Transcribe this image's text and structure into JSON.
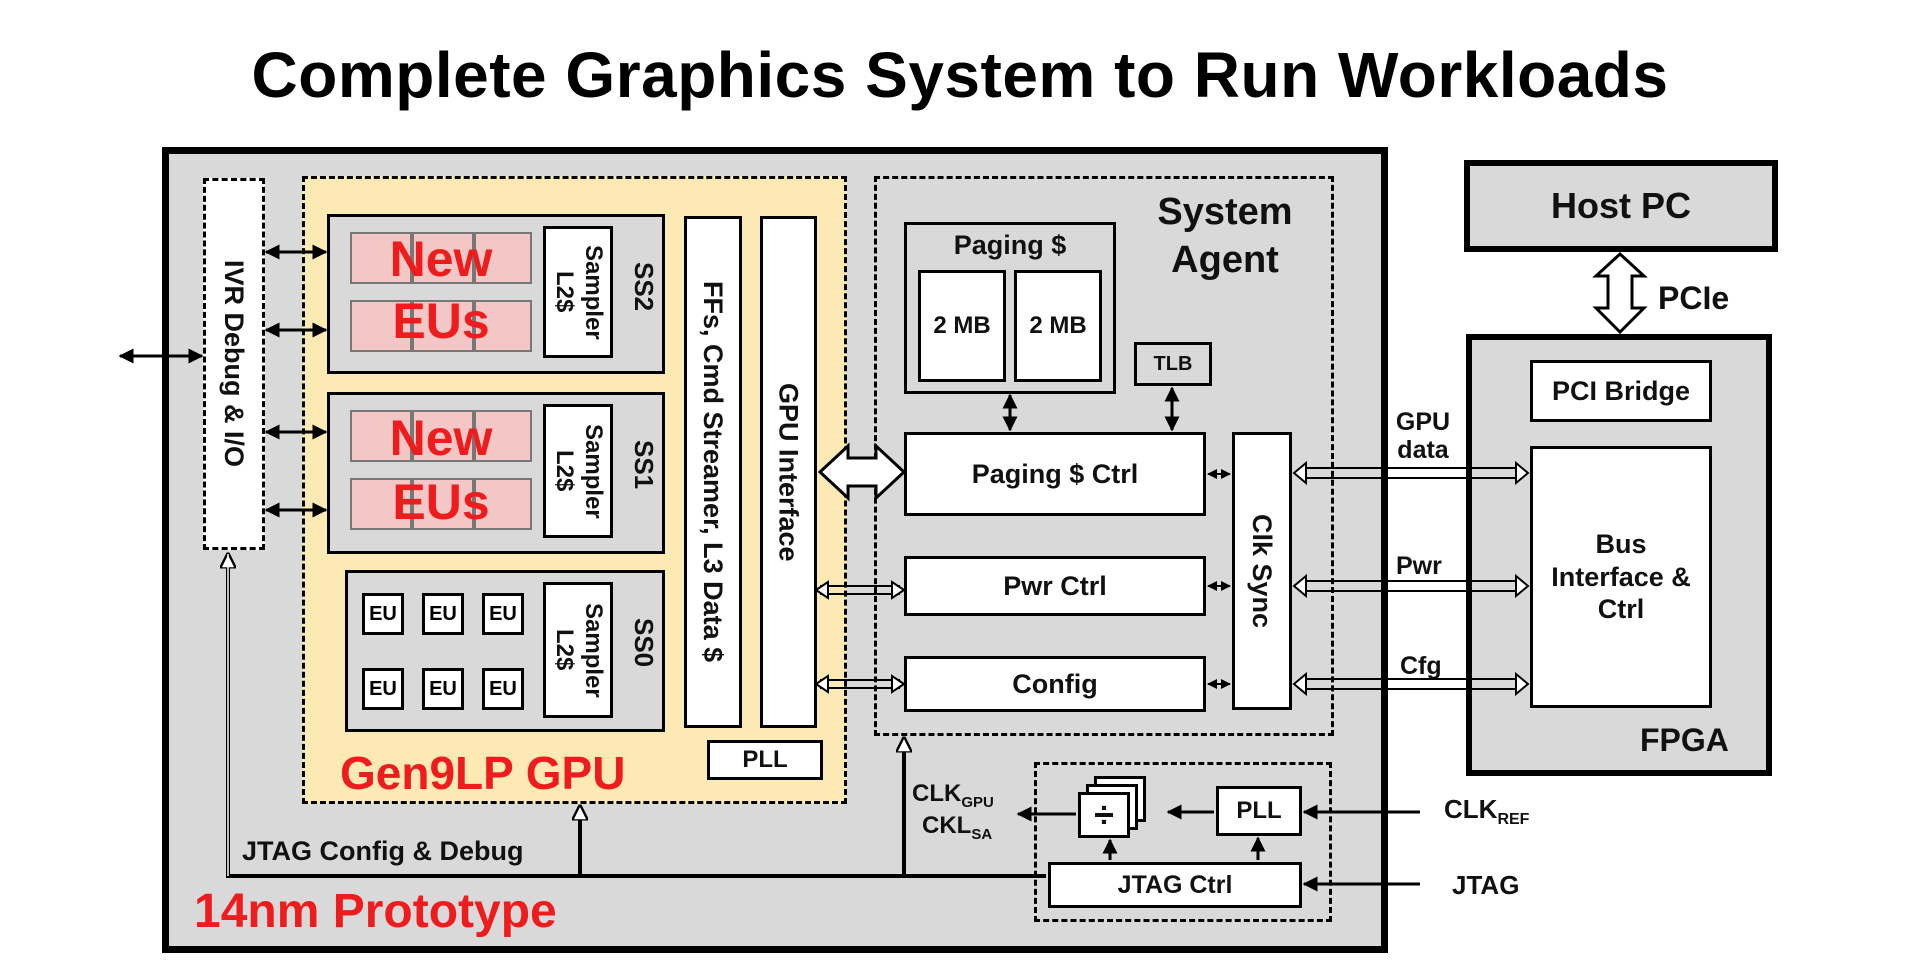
{
  "title": "Complete Graphics System to Run Workloads",
  "prototype_label": "14nm Prototype",
  "ivr_debug": "IVR Debug & I/O",
  "gpu": {
    "label": "Gen9LP GPU",
    "subslices": [
      {
        "name": "SS2",
        "eu_label": "New EUs",
        "sampler": "Sampler L2$"
      },
      {
        "name": "SS1",
        "eu_label": "New EUs",
        "sampler": "Sampler L2$"
      },
      {
        "name": "SS0",
        "eu_cells": [
          "EU",
          "EU",
          "EU",
          "EU",
          "EU",
          "EU"
        ],
        "sampler": "Sampler L2$"
      }
    ],
    "ffs": "FFs, Cmd Streamer, L3 Data $",
    "gpu_interface": "GPU Interface",
    "pll": "PLL"
  },
  "system_agent": {
    "label": "System Agent",
    "paging_cache": {
      "label": "Paging $",
      "banks": [
        "2 MB",
        "2 MB"
      ]
    },
    "tlb": "TLB",
    "paging_ctrl": "Paging $ Ctrl",
    "pwr_ctrl": "Pwr Ctrl",
    "config": "Config",
    "clk_sync": "Clk Sync"
  },
  "clock": {
    "divider_symbol": "÷",
    "pll": "PLL",
    "jtag_ctrl": "JTAG Ctrl",
    "clk_gpu": {
      "base": "CLK",
      "sub": "GPU"
    },
    "ckl_sa": {
      "base": "CKL",
      "sub": "SA"
    }
  },
  "jtag_config_debug": "JTAG Config & Debug",
  "host_pc": "Host PC",
  "pcie": "PCIe",
  "fpga": {
    "label": "FPGA",
    "pci_bridge": "PCI Bridge",
    "bus_interface": "Bus Interface & Ctrl"
  },
  "signals": {
    "gpu_data": "GPU data",
    "pwr": "Pwr",
    "cfg": "Cfg",
    "clk_ref": {
      "base": "CLK",
      "sub": "REF"
    },
    "jtag": "JTAG"
  }
}
